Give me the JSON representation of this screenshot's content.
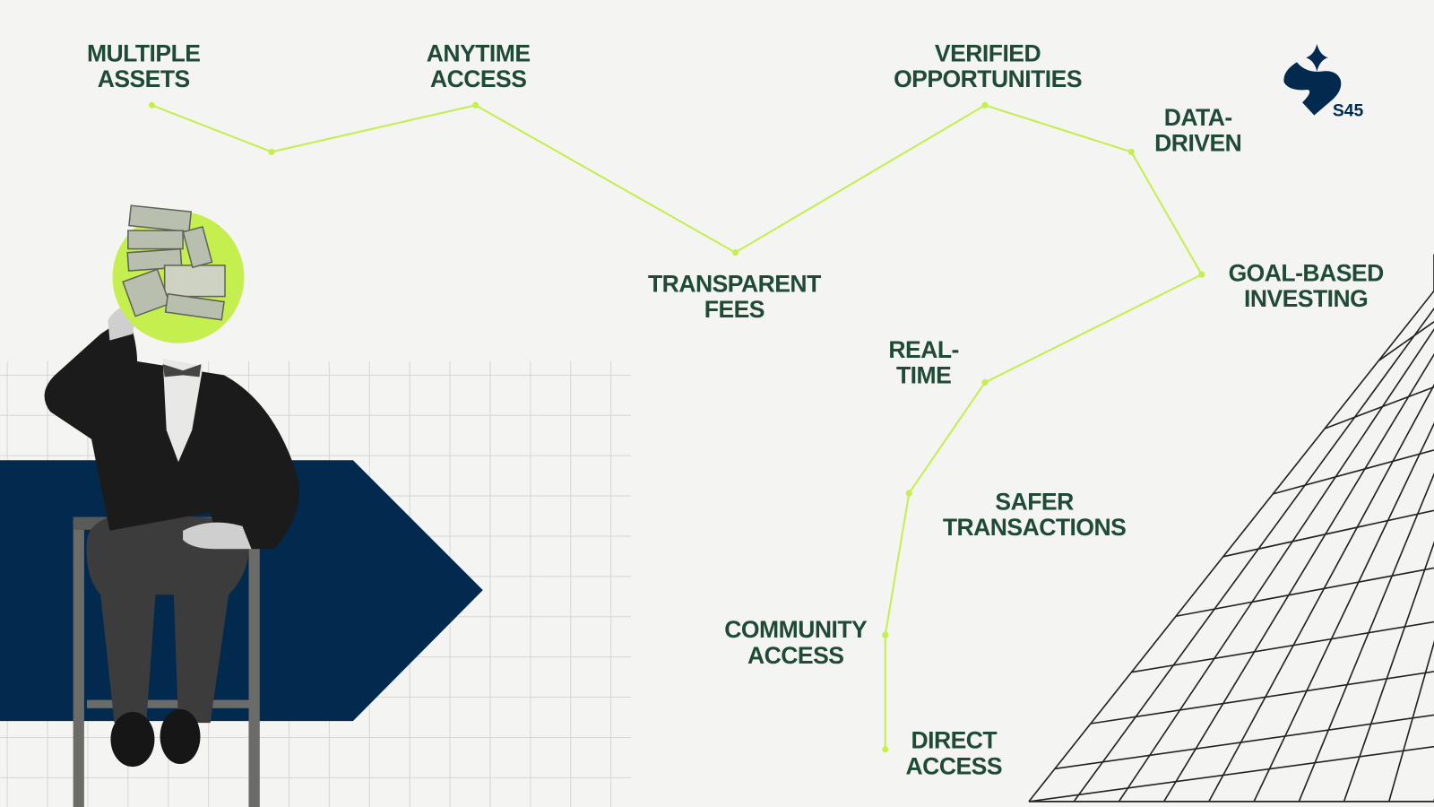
{
  "colors": {
    "accent": "#c5ee4f",
    "navy": "#022a4f",
    "text": "#1f4a35",
    "background": "#f4f4f2"
  },
  "logo": {
    "text": "S45",
    "icon": "s45-spark-logo-icon"
  },
  "features": [
    {
      "lines": [
        "MULTIPLE",
        "ASSETS"
      ]
    },
    {
      "lines": [
        "ANYTIME",
        "ACCESS"
      ]
    },
    {
      "lines": [
        "TRANSPARENT",
        "FEES"
      ]
    },
    {
      "lines": [
        "VERIFIED",
        "OPPORTUNITIES"
      ]
    },
    {
      "lines": [
        "DATA-",
        "DRIVEN"
      ]
    },
    {
      "lines": [
        "GOAL-BASED",
        "INVESTING"
      ]
    },
    {
      "lines": [
        "REAL-",
        "TIME"
      ]
    },
    {
      "lines": [
        "SAFER",
        "TRANSACTIONS"
      ]
    },
    {
      "lines": [
        "COMMUNITY",
        "ACCESS"
      ]
    },
    {
      "lines": [
        "DIRECT",
        "ACCESS"
      ]
    }
  ]
}
